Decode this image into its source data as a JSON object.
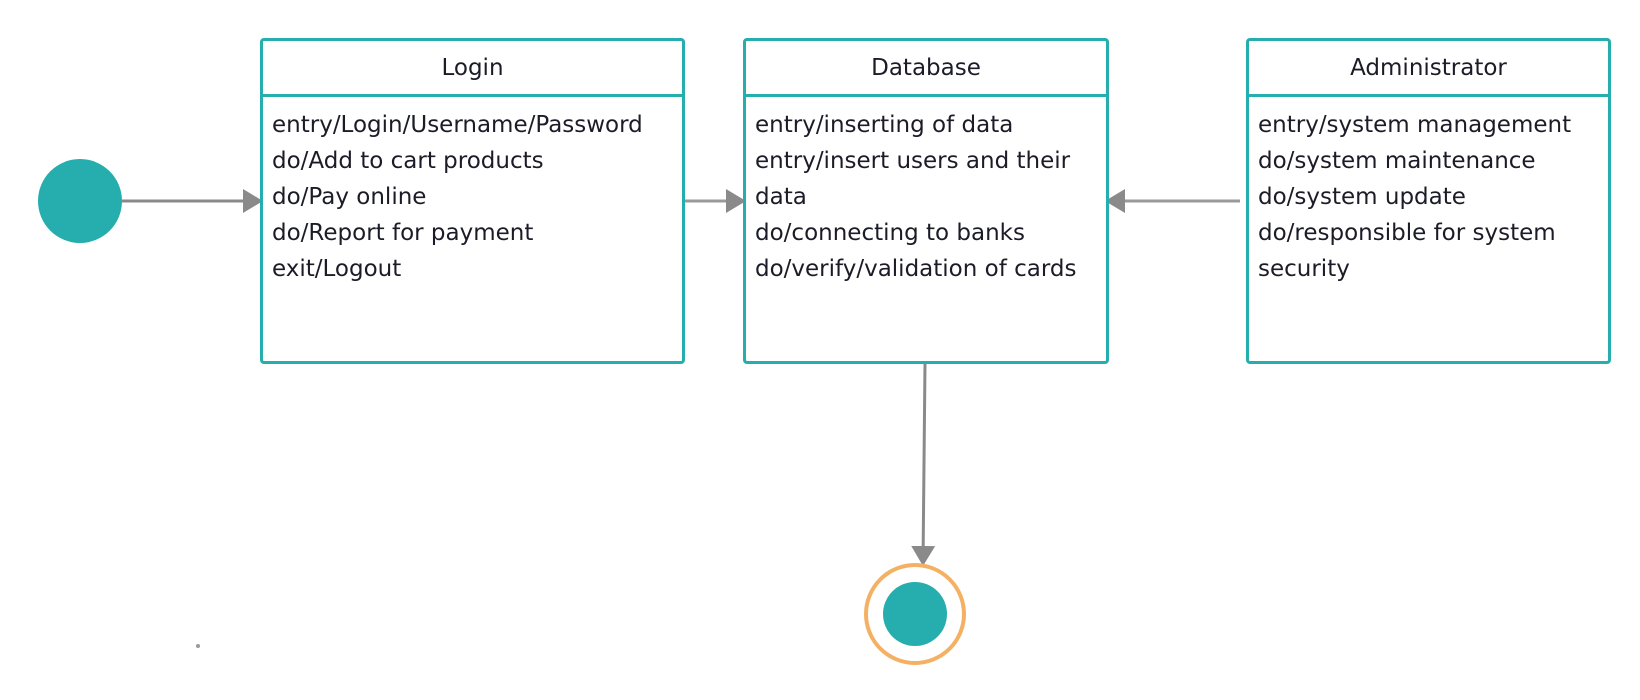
{
  "colors": {
    "node": "#26adad",
    "final_ring": "#f4b163",
    "arrow": "#8a8a8a"
  },
  "states": {
    "login": {
      "title": "Login",
      "activities": [
        "entry/Login/Username/Password",
        "do/Add to cart products",
        "do/Pay online",
        "do/Report for payment",
        "exit/Logout"
      ]
    },
    "database": {
      "title": "Database",
      "activities": [
        "entry/inserting of data",
        "entry/insert users and their data",
        "do/connecting to banks",
        "do/verify/validation of cards"
      ]
    },
    "administrator": {
      "title": "Administrator",
      "activities": [
        "entry/system management",
        "do/system maintenance",
        "do/system update",
        "do/responsible for system security"
      ]
    }
  }
}
